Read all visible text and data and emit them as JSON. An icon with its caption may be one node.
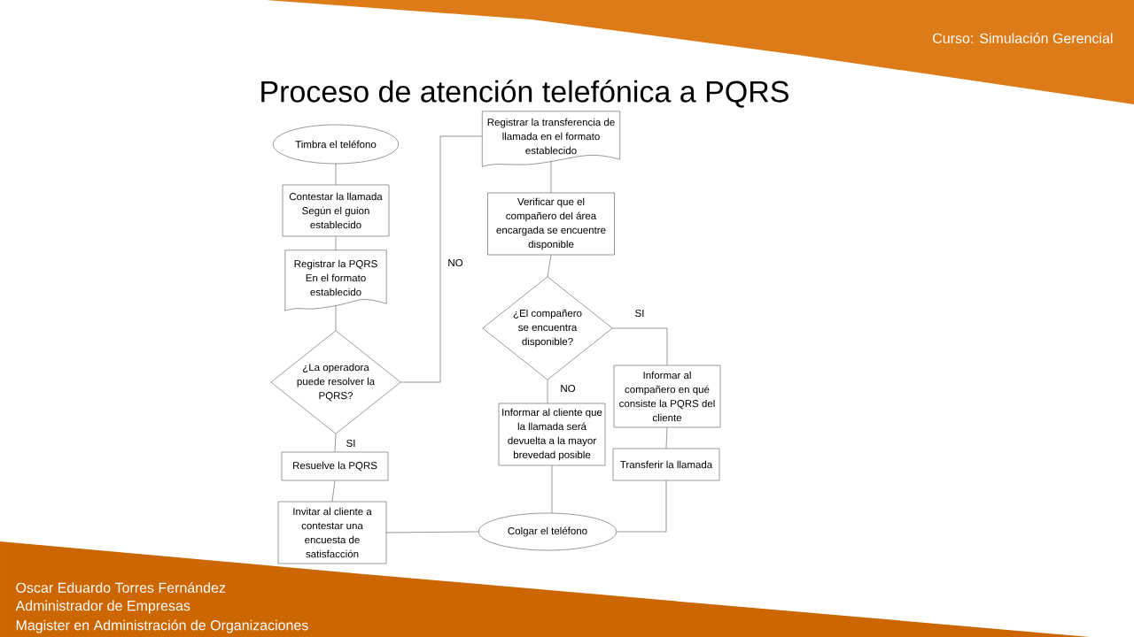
{
  "diagram": {
    "title": "Proceso de atención telefónica a PQRS",
    "nodes": [
      {
        "text": [
          "Timbra el teléfono"
        ]
      },
      {
        "text": [
          "Contestar la llamada Según el guion establecido"
        ]
      },
      {
        "text": [
          "Registrar la PQRS En el formato establecido"
        ]
      },
      {
        "text": [
          "¿La operadora puede resolver la PQRS?"
        ]
      },
      {
        "text": [
          "Resuelve la PQRS"
        ]
      },
      {
        "text": [
          "Invitar al cliente a contestar una encuesta de satisfacción"
        ]
      },
      {
        "text": [
          "Registrar la transferencia de llamada en el formato establecido"
        ]
      },
      {
        "text": [
          "Verificar que el compañero del área encargada se encuentre disponible"
        ]
      },
      {
        "text": [
          "¿El compañero se encuentra disponible?"
        ]
      },
      {
        "text": [
          "Informar al cliente que la llamada será devuelta a la mayor brevedad posible"
        ]
      },
      {
        "text": [
          "Informar al compañero en qué consiste la PQRS del cliente"
        ]
      },
      {
        "text": [
          "Transferir la llamada"
        ]
      },
      {
        "text": [
          "Colgar el teléfono"
        ]
      }
    ],
    "edges": [
      {
        "from": 0,
        "to": 1,
        "arrow": "none"
      },
      {
        "from": 1,
        "to": 2,
        "arrow": "none"
      },
      {
        "from": 2,
        "to": 3,
        "arrow": "none"
      },
      {
        "from": 3,
        "to": 4,
        "arrow": "none",
        "label": "SI"
      },
      {
        "from": 4,
        "to": 5,
        "arrow": "none"
      },
      {
        "from": 3,
        "to": 6,
        "arrow": "none",
        "label": "NO"
      },
      {
        "from": 6,
        "to": 7,
        "arrow": "none"
      },
      {
        "from": 7,
        "to": 8,
        "arrow": "none"
      },
      {
        "from": 8,
        "to": 9,
        "arrow": "none",
        "label": "NO"
      },
      {
        "from": 8,
        "to": 10,
        "arrow": "none",
        "label": "SI"
      },
      {
        "from": 10,
        "to": 11,
        "arrow": "none"
      },
      {
        "from": 9,
        "to": 12,
        "arrow": "none"
      },
      {
        "from": 11,
        "to": 12,
        "arrow": "none"
      },
      {
        "from": 5,
        "to": 12,
        "arrow": "none"
      }
    ],
    "labels": [
      "Curso: Simulación Gerencial",
      "Oscar Eduardo Torres Fernández",
      "Administrador de Empresas",
      "Magister en Administración de Organizaciones"
    ]
  }
}
